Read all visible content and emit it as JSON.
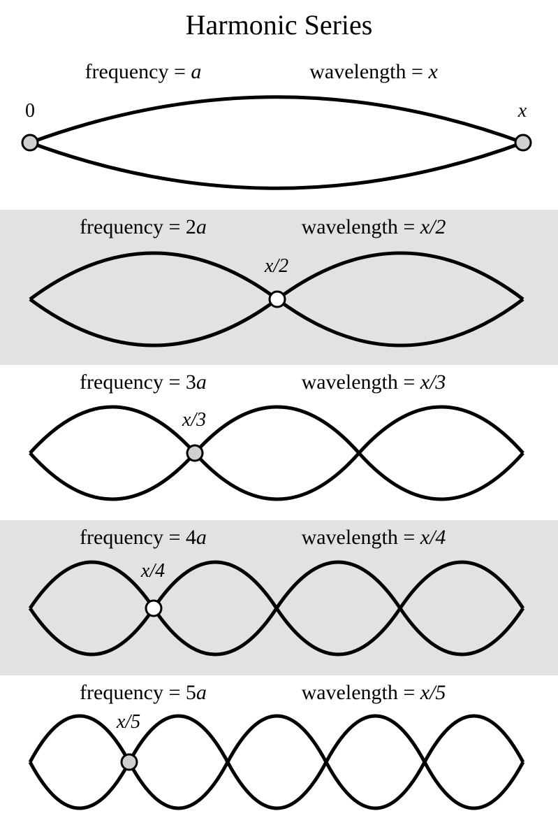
{
  "title": "Harmonic Series",
  "harmonics": [
    {
      "n": 1,
      "frequency_label": "frequency = ",
      "frequency_value": "a",
      "wavelength_label": "wavelength = ",
      "wavelength_value": "x",
      "node_label": "",
      "start_label": "0",
      "end_label": "x",
      "shaded": false
    },
    {
      "n": 2,
      "frequency_label": "frequency = 2",
      "frequency_value": "a",
      "wavelength_label": "wavelength = ",
      "wavelength_value": "x/2",
      "node_label": "x/2",
      "shaded": true
    },
    {
      "n": 3,
      "frequency_label": "frequency = 3",
      "frequency_value": "a",
      "wavelength_label": "wavelength = ",
      "wavelength_value": "x/3",
      "node_label": "x/3",
      "shaded": false
    },
    {
      "n": 4,
      "frequency_label": "frequency = 4",
      "frequency_value": "a",
      "wavelength_label": "wavelength = ",
      "wavelength_value": "x/4",
      "node_label": "x/4",
      "shaded": true
    },
    {
      "n": 5,
      "frequency_label": "frequency = 5",
      "frequency_value": "a",
      "wavelength_label": "wavelength = ",
      "wavelength_value": "x/5",
      "node_label": "x/5",
      "shaded": false
    }
  ],
  "colors": {
    "band_shade": "#e2e2e2",
    "node_fill_gray": "#cfcfcf",
    "node_fill_white": "#ffffff",
    "stroke": "#000000"
  }
}
